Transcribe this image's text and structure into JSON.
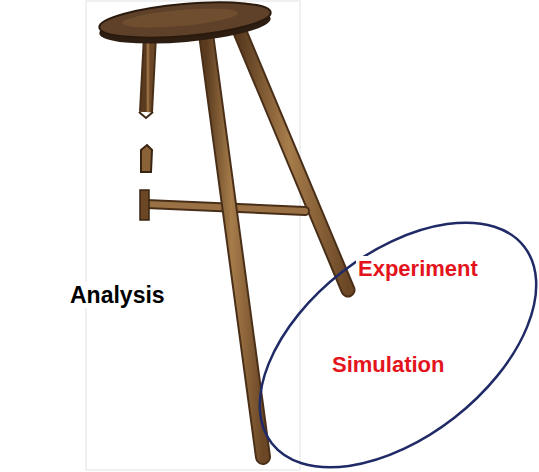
{
  "diagram": {
    "labels": [
      "Analysis",
      "Experiment",
      "Simulation"
    ]
  }
}
